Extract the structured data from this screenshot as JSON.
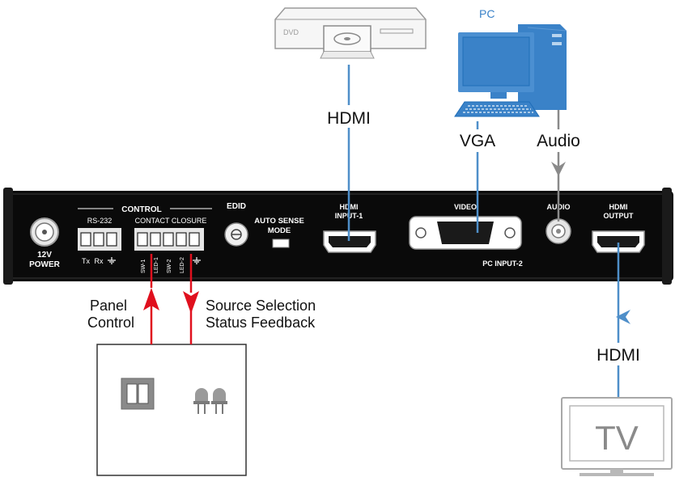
{
  "devices": {
    "dvd_label": "DVD",
    "pc_label": "PC",
    "tv_label": "TV"
  },
  "connections": {
    "hdmi_in": "HDMI",
    "vga": "VGA",
    "audio": "Audio",
    "hdmi_out": "HDMI"
  },
  "rear_panel": {
    "power_line1": "12V",
    "power_line2": "POWER",
    "control_title": "CONTROL",
    "rs232": "RS-232",
    "tx": "Tx",
    "rx": "Rx",
    "contact_closure": "CONTACT CLOSURE",
    "sw1": "SW-1",
    "led1": "LED-1",
    "sw2": "SW-2",
    "led2": "LED-2",
    "edid": "EDID",
    "auto_sense_line1": "AUTO SENSE",
    "auto_sense_line2": "MODE",
    "hdmi_input_line1": "HDMI",
    "hdmi_input_line2": "INPUT-1",
    "video": "VIDEO",
    "audio": "AUDIO",
    "pc_input": "PC INPUT-2",
    "hdmi_output_line1": "HDMI",
    "hdmi_output_line2": "OUTPUT"
  },
  "control_labels": {
    "panel_line1": "Panel",
    "panel_line2": "Control",
    "source_line1": "Source Selection",
    "source_line2": "Status Feedback"
  },
  "colors": {
    "signal_blue": "#4f8fc9",
    "audio_gray": "#8a8a8a",
    "control_red": "#e0101e",
    "pc_blue": "#3a82c8",
    "panel_black": "#0a0a0a"
  }
}
